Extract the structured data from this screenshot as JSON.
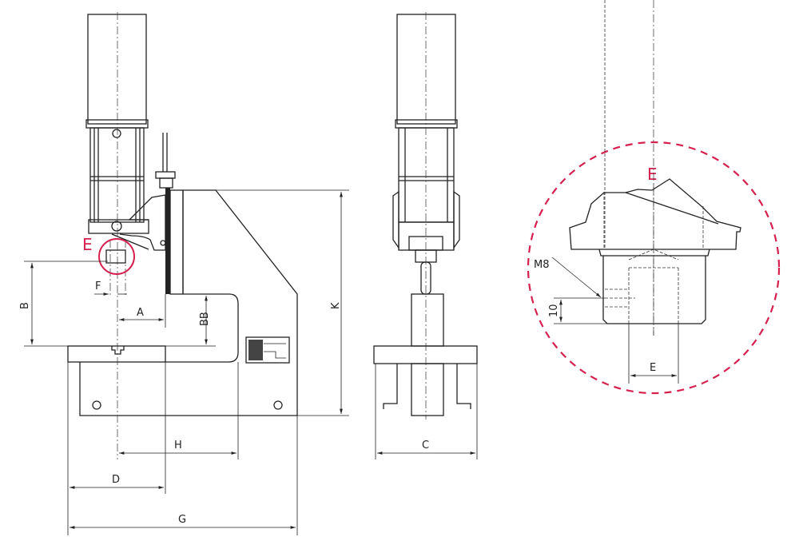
{
  "drawing": {
    "dimension_labels": {
      "A": "A",
      "B": "B",
      "BB": "BB",
      "C": "C",
      "D": "D",
      "F": "F",
      "G": "G",
      "H": "H",
      "K": "K",
      "E": "E"
    },
    "detail": {
      "marker": "E",
      "title": "E",
      "thread": "M8",
      "thread_offset": "10",
      "width_label": "E"
    },
    "colors": {
      "line": "#222222",
      "accent": "#d6204e"
    }
  }
}
